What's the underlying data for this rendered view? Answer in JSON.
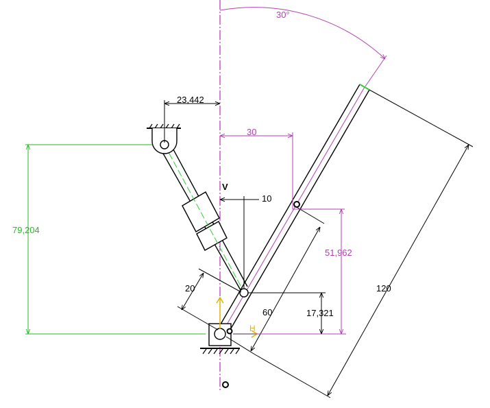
{
  "colors": {
    "line": "#000000",
    "axis": "#b000b0",
    "dimension_purple": "#b040b0",
    "dimension_green": "#22bb22",
    "center_green": "#33cc33",
    "marker_yellow": "#e0b000",
    "white": "#ffffff"
  },
  "dimensions": {
    "angle": "30°",
    "offset_top": "23,442",
    "horizontal_30": "30",
    "horizontal_10": "10",
    "height_left": "79,204",
    "offset_20": "20",
    "length_60": "60",
    "height_17": "17,321",
    "height_51": "51,962",
    "length_120": "120"
  },
  "labels": {
    "v_label": "V",
    "h_label": "H"
  }
}
